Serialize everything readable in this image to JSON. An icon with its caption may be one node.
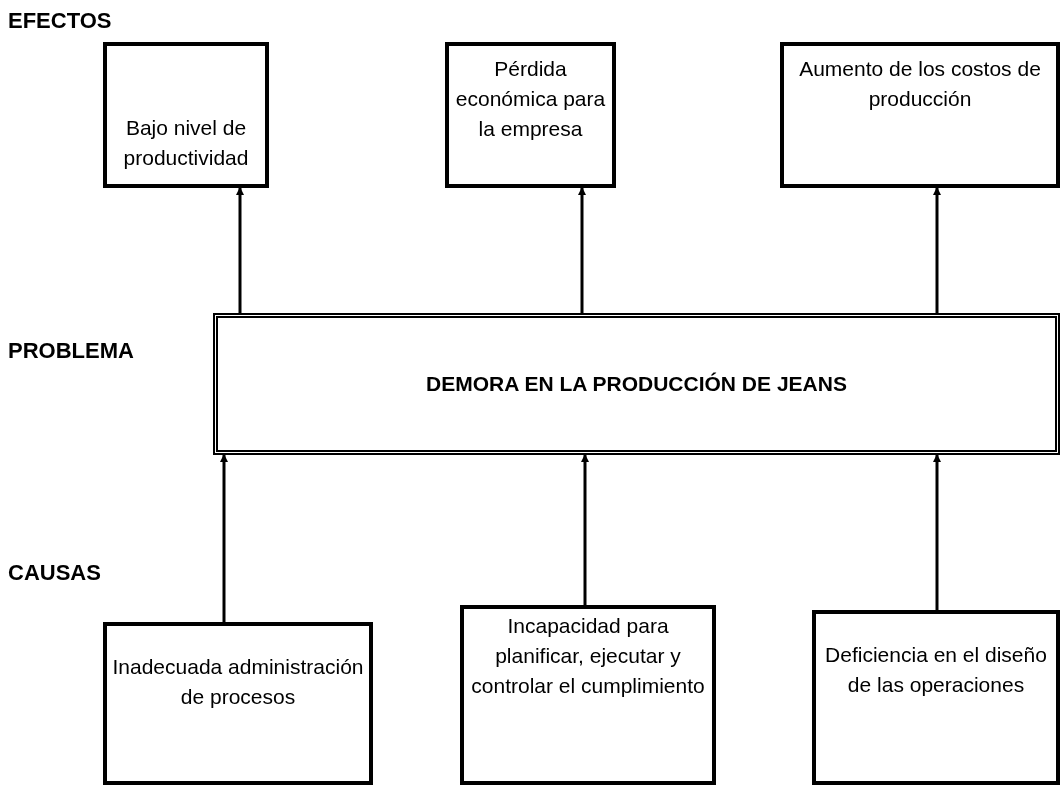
{
  "diagram": {
    "nodes": [
      {
        "text": [
          "Bajo nivel de productividad"
        ]
      },
      {
        "text": [
          "Pérdida económica para la empresa"
        ]
      },
      {
        "text": [
          "Aumento de los costos de producción"
        ]
      },
      {
        "text": [
          "DEMORA EN LA PRODUCCIÓN DE JEANS"
        ]
      },
      {
        "text": [
          "Inadecuada administración de procesos"
        ]
      },
      {
        "text": [
          "Incapacidad para planificar, ejecutar y controlar el cumplimiento"
        ]
      },
      {
        "text": [
          "Deficiencia en el diseño de las operaciones"
        ]
      }
    ],
    "edges": [
      {
        "from": 3,
        "to": 0,
        "arrow": "to"
      },
      {
        "from": 3,
        "to": 1,
        "arrow": "to"
      },
      {
        "from": 3,
        "to": 2,
        "arrow": "to"
      },
      {
        "from": 4,
        "to": 3,
        "arrow": "to"
      },
      {
        "from": 5,
        "to": 3,
        "arrow": "to"
      },
      {
        "from": 6,
        "to": 3,
        "arrow": "to"
      }
    ],
    "labels": [
      "EFECTOS",
      "PROBLEMA",
      "CAUSAS"
    ]
  }
}
